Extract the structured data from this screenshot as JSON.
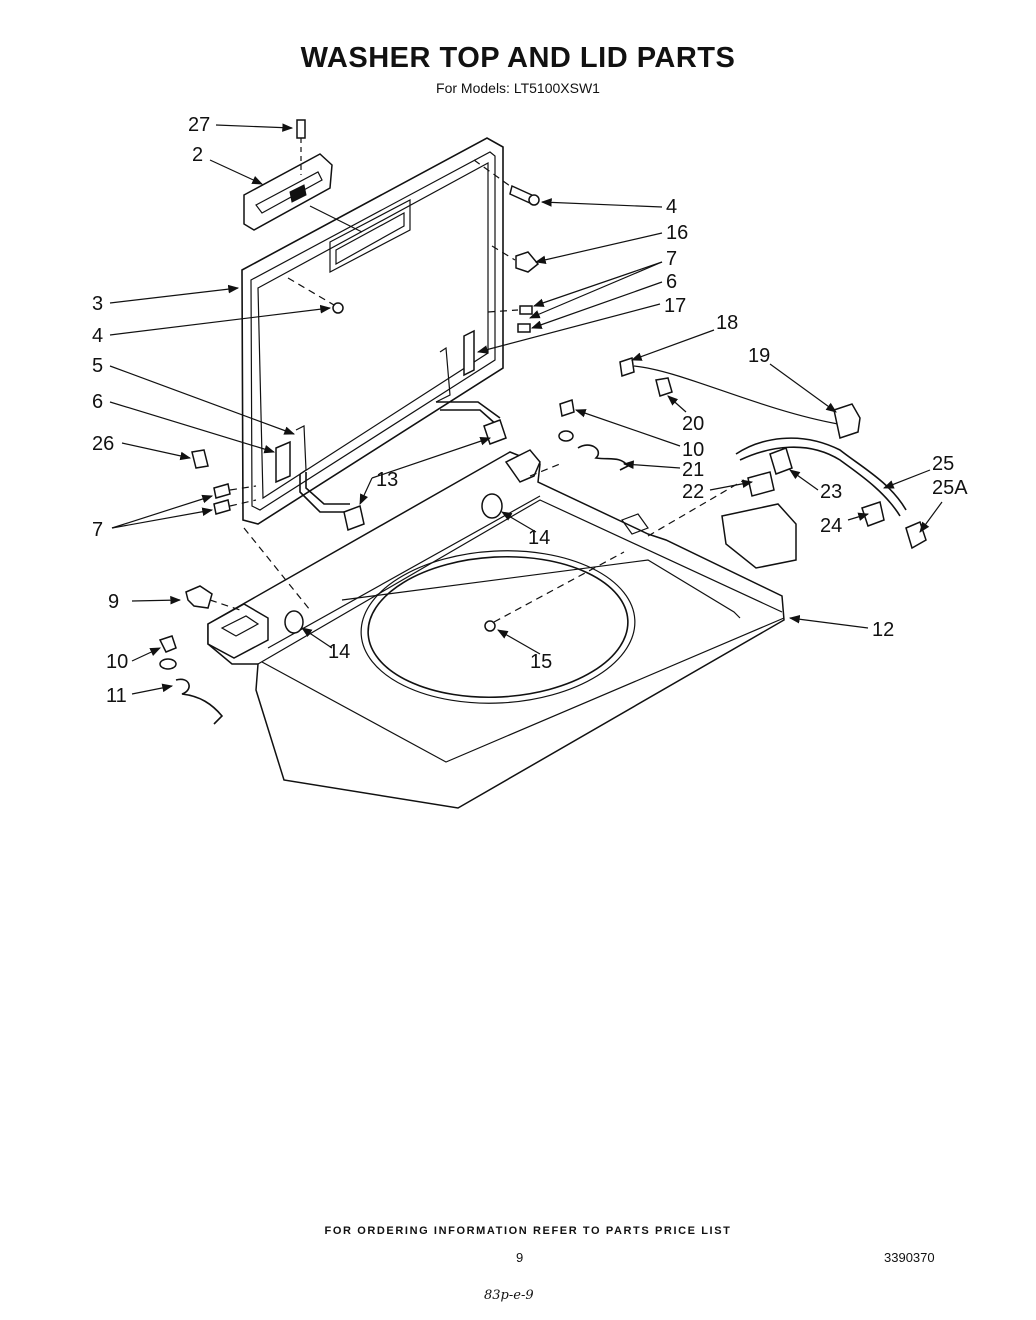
{
  "title": "WASHER TOP AND LID PARTS",
  "subtitle": "For Models: LT5100XSW1",
  "footer_note": "FOR ORDERING INFORMATION REFER TO PARTS PRICE LIST",
  "page_number": "9",
  "doc_number": "3390370",
  "handwritten": "83p-e-9",
  "callouts": [
    {
      "id": "c27",
      "text": "27"
    },
    {
      "id": "c2",
      "text": "2"
    },
    {
      "id": "c4a",
      "text": "4"
    },
    {
      "id": "c16",
      "text": "16"
    },
    {
      "id": "c7a",
      "text": "7"
    },
    {
      "id": "c6a",
      "text": "6"
    },
    {
      "id": "c17",
      "text": "17"
    },
    {
      "id": "c3",
      "text": "3"
    },
    {
      "id": "c4b",
      "text": "4"
    },
    {
      "id": "c18",
      "text": "18"
    },
    {
      "id": "c19",
      "text": "19"
    },
    {
      "id": "c5",
      "text": "5"
    },
    {
      "id": "c6b",
      "text": "6"
    },
    {
      "id": "c20",
      "text": "20"
    },
    {
      "id": "c10a",
      "text": "10"
    },
    {
      "id": "c26",
      "text": "26"
    },
    {
      "id": "c21",
      "text": "21"
    },
    {
      "id": "c25",
      "text": "25"
    },
    {
      "id": "c13",
      "text": "13"
    },
    {
      "id": "c22",
      "text": "22"
    },
    {
      "id": "c23",
      "text": "23"
    },
    {
      "id": "c25a",
      "text": "25A"
    },
    {
      "id": "c7b",
      "text": "7"
    },
    {
      "id": "c14a",
      "text": "14"
    },
    {
      "id": "c24",
      "text": "24"
    },
    {
      "id": "c9",
      "text": "9"
    },
    {
      "id": "c12",
      "text": "12"
    },
    {
      "id": "c14b",
      "text": "14"
    },
    {
      "id": "c10b",
      "text": "10"
    },
    {
      "id": "c15",
      "text": "15"
    },
    {
      "id": "c11",
      "text": "11"
    }
  ]
}
